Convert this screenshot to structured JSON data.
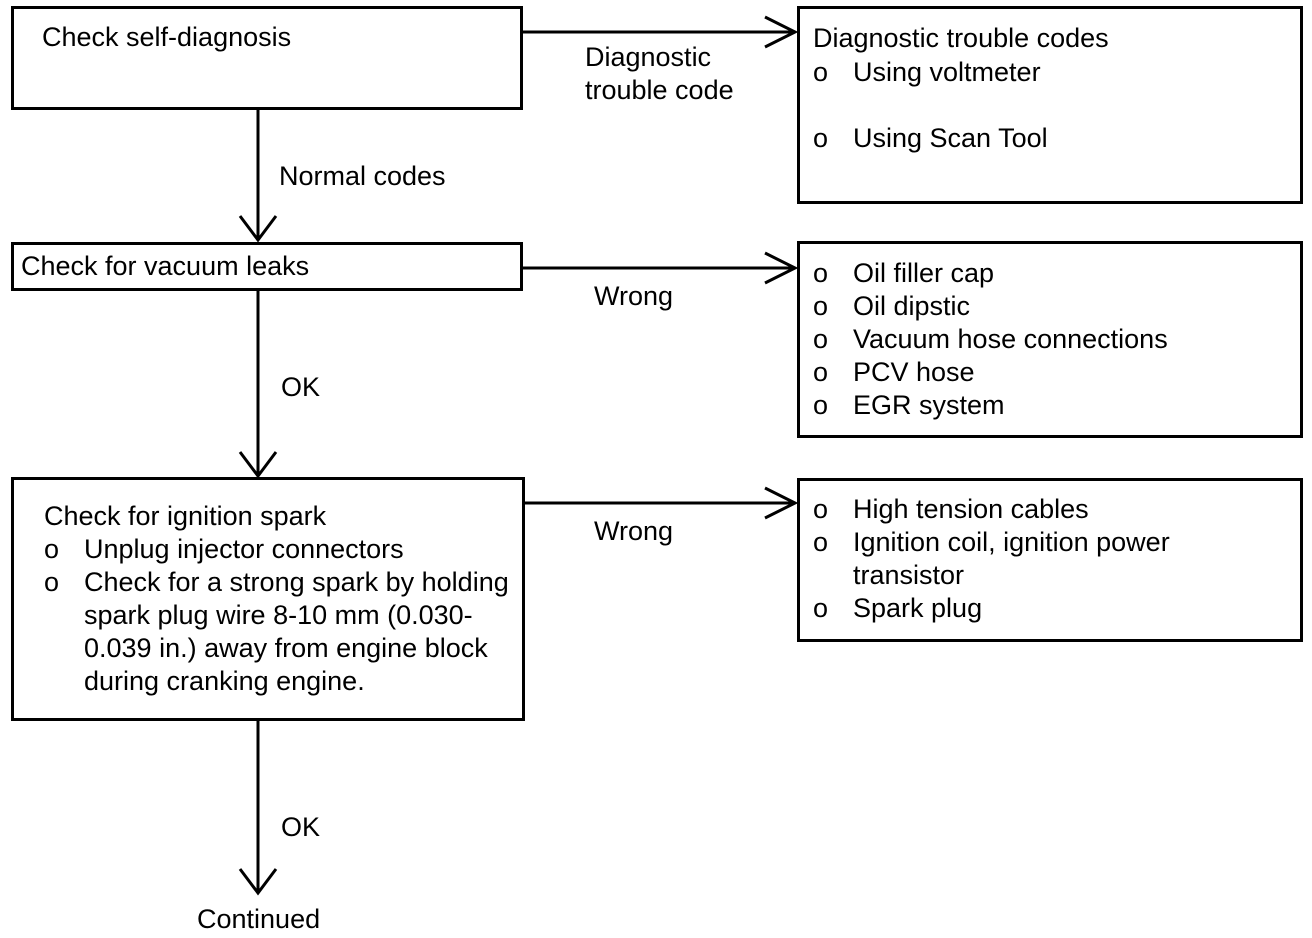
{
  "self_diagnosis": {
    "title": "Check self-diagnosis",
    "branch_label_line1": "Diagnostic",
    "branch_label_line2": "trouble code",
    "down_label": "Normal codes",
    "result": {
      "title": "Diagnostic trouble codes",
      "items": [
        "Using voltmeter",
        "Using Scan Tool"
      ]
    }
  },
  "vacuum": {
    "title": "Check for vacuum leaks",
    "branch_label": "Wrong",
    "down_label": "OK",
    "result": {
      "items": [
        "Oil filler cap",
        "Oil dipstic",
        "Vacuum hose connections",
        "PCV hose",
        "EGR system"
      ]
    }
  },
  "ignition": {
    "title": "Check for ignition spark",
    "steps": [
      {
        "lines": [
          "Unplug injector connectors"
        ]
      },
      {
        "lines": [
          "Check for a strong spark by holding",
          "spark plug wire 8-10 mm (0.030-",
          "0.039 in.) away from engine block",
          "during cranking engine."
        ]
      }
    ],
    "branch_label": "Wrong",
    "down_label": "OK",
    "result": {
      "items": [
        {
          "lines": [
            "High tension cables"
          ]
        },
        {
          "lines": [
            "Ignition coil, ignition power",
            "transistor"
          ]
        },
        {
          "lines": [
            "Spark plug"
          ]
        }
      ]
    }
  },
  "bullet_char": "o",
  "end_label": "Continued"
}
